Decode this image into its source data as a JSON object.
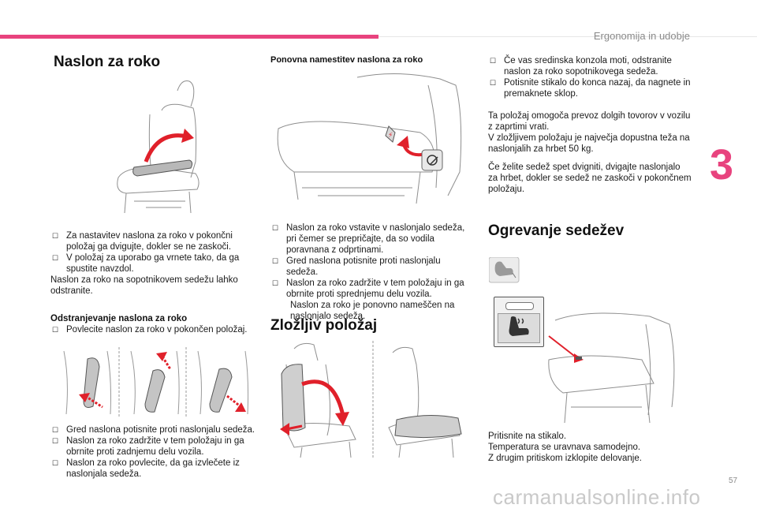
{
  "header": {
    "section_title": "Ergonomija in udobje",
    "chapter_number": "3",
    "page_number": "57"
  },
  "watermark": "carmanualsonline.info",
  "col1": {
    "title": "Naslon za roko",
    "bullets": [
      "Za nastavitev naslona za roko v pokončni položaj ga dvigujte, dokler se ne zaskoči.",
      "V položaj za uporabo ga vrnete tako, da ga spustite navzdol."
    ],
    "note": "Naslon za roko na sopotnikovem sedežu lahko odstranite.",
    "removal_heading": "Odstranjevanje naslona za roko",
    "removal_bullet": "Povlecite naslon za roko v pokončen položaj.",
    "bottom_bullets": [
      "Gred naslona potisnite proti naslonjalu sedeža.",
      "Naslon za roko zadržite v tem položaju in ga obrnite proti zadnjemu delu vozila.",
      "Naslon za roko povlecite, da ga izvlečete iz naslonjala sedeža."
    ]
  },
  "col2": {
    "reinstall_heading": "Ponovna namestitev naslona za roko",
    "bullets": [
      "Naslon za roko vstavite v naslonjalo sedeža, pri čemer se prepričajte, da so vodila poravnana z odprtinami.",
      "Gred naslona potisnite proti naslonjalu sedeža.",
      "Naslon za roko zadržite v tem položaju in ga obrnite proti sprednjemu delu vozila."
    ],
    "result": "Naslon za roko je ponovno nameščen na naslonjalo sedeža.",
    "fold_title": "Zložljiv položaj"
  },
  "col3": {
    "bullets": [
      "Če vas sredinska konzola moti, odstranite naslon za roko sopotnikovega sedeža.",
      "Potisnite stikalo do konca nazaj, da nagnete in premaknete sklop."
    ],
    "para1": [
      "Ta položaj omogoča prevoz dolgih tovorov v vozilu z zaprtimi vrati.",
      "V zložljivem položaju je največja dopustna teža na naslonjalih za hrbet 50 kg."
    ],
    "para2": "Če želite sedež spet dvigniti, dvigajte naslonjalo za hrbet, dokler se sedež ne zaskoči v pokončnem položaju.",
    "heating_title": "Ogrevanje sedežev",
    "heating_text": [
      "Pritisnite na stikalo.",
      "Temperatura se uravnava samodejno.",
      "Z drugim pritiskom izklopite delovanje."
    ]
  },
  "colors": {
    "accent": "#e8437e",
    "arrow_red": "#e0202a",
    "line_gray": "#9a9a9a"
  }
}
